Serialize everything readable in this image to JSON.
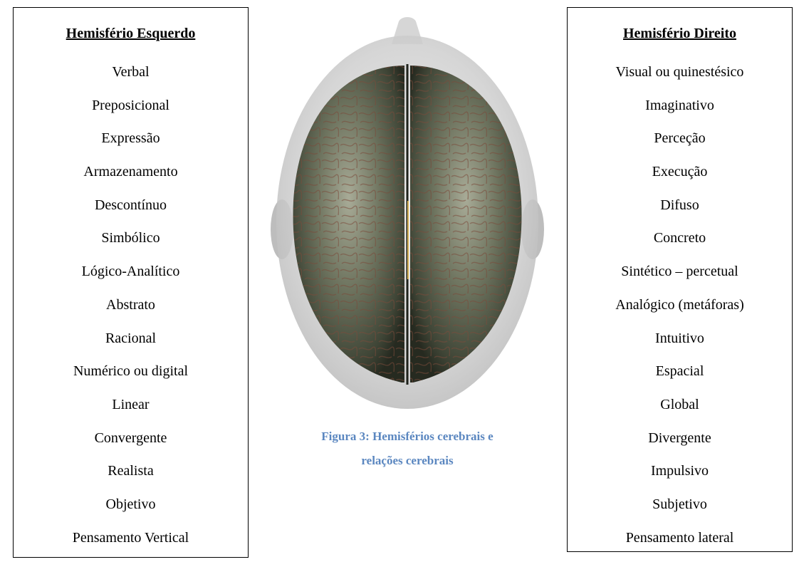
{
  "left_panel": {
    "title": "Hemisfério Esquerdo",
    "items": [
      "Verbal",
      "Preposicional",
      "Expressão",
      "Armazenamento",
      "Descontínuo",
      "Simbólico",
      "Lógico-Analítico",
      "Abstrato",
      "Racional",
      "Numérico ou digital",
      "Linear",
      "Convergente",
      "Realista",
      "Objetivo",
      "Pensamento Vertical"
    ]
  },
  "right_panel": {
    "title": "Hemisfério Direito",
    "items": [
      "Visual ou quinestésico",
      "Imaginativo",
      "Perceção",
      "Execução",
      "Difuso",
      "Concreto",
      "Sintético – percetual",
      "Analógico (metáforas)",
      "Intuitivo",
      "Espacial",
      "Global",
      "Divergente",
      "Impulsivo",
      "Subjetivo",
      "Pensamento lateral"
    ]
  },
  "figure": {
    "caption_line1": "Figura 3: Hemisférios cerebrais e",
    "caption_line2": "relações cerebrais",
    "caption_color": "#5b87c0",
    "brain_color": "#5e6450",
    "skull_color": "#c9c9c9"
  }
}
